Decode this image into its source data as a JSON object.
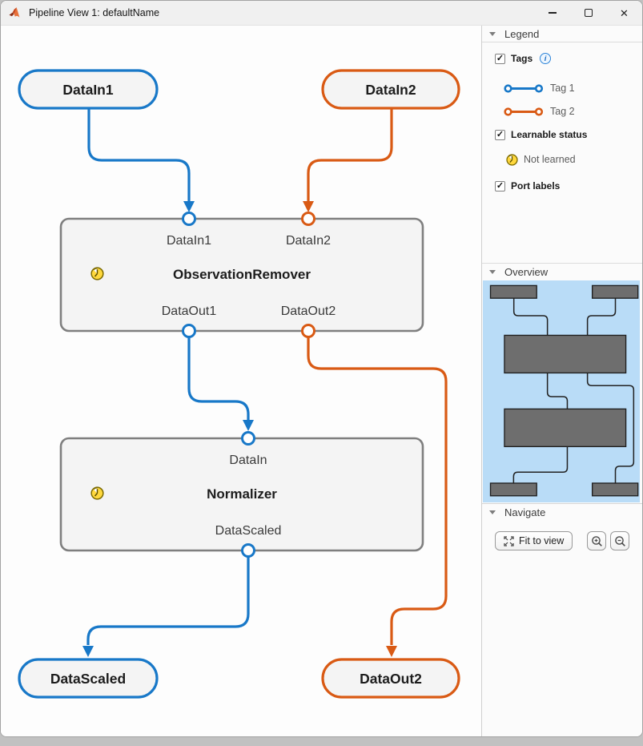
{
  "window": {
    "title": "Pipeline View 1: defaultName"
  },
  "icons": {
    "checkmark": "✓",
    "close": "✕",
    "info": "i"
  },
  "colors": {
    "tag1_blue": "#1878c8",
    "tag2_orange": "#d95a14",
    "node_fill": "#f4f4f4",
    "block_border": "#7f7f7f",
    "not_learned_yellow": "#ffd83d",
    "minimap_background": "#b9dcf7",
    "minimap_block": "#6e6e6e"
  },
  "canvas": {
    "source_nodes": [
      {
        "label": "DataIn1",
        "tag": "Tag 1"
      },
      {
        "label": "DataIn2",
        "tag": "Tag 2"
      }
    ],
    "blocks": [
      {
        "title": "ObservationRemover",
        "learnable_status": "Not learned",
        "input_ports": [
          "DataIn1",
          "DataIn2"
        ],
        "output_ports": [
          "DataOut1",
          "DataOut2"
        ]
      },
      {
        "title": "Normalizer",
        "learnable_status": "Not learned",
        "input_ports": [
          "DataIn"
        ],
        "output_ports": [
          "DataScaled"
        ]
      }
    ],
    "sink_nodes": [
      {
        "label": "DataScaled",
        "tag": "Tag 1"
      },
      {
        "label": "DataOut2",
        "tag": "Tag 2"
      }
    ]
  },
  "sidebar": {
    "legend": {
      "title": "Legend",
      "tags": {
        "label": "Tags",
        "checked": true,
        "items": [
          {
            "label": "Tag 1"
          },
          {
            "label": "Tag 2"
          }
        ]
      },
      "learnable": {
        "label": "Learnable status",
        "checked": true,
        "status_item": "Not learned"
      },
      "port_labels": {
        "label": "Port labels",
        "checked": true
      }
    },
    "overview": {
      "title": "Overview"
    },
    "navigate": {
      "title": "Navigate",
      "fit_button": "Fit to view"
    }
  }
}
